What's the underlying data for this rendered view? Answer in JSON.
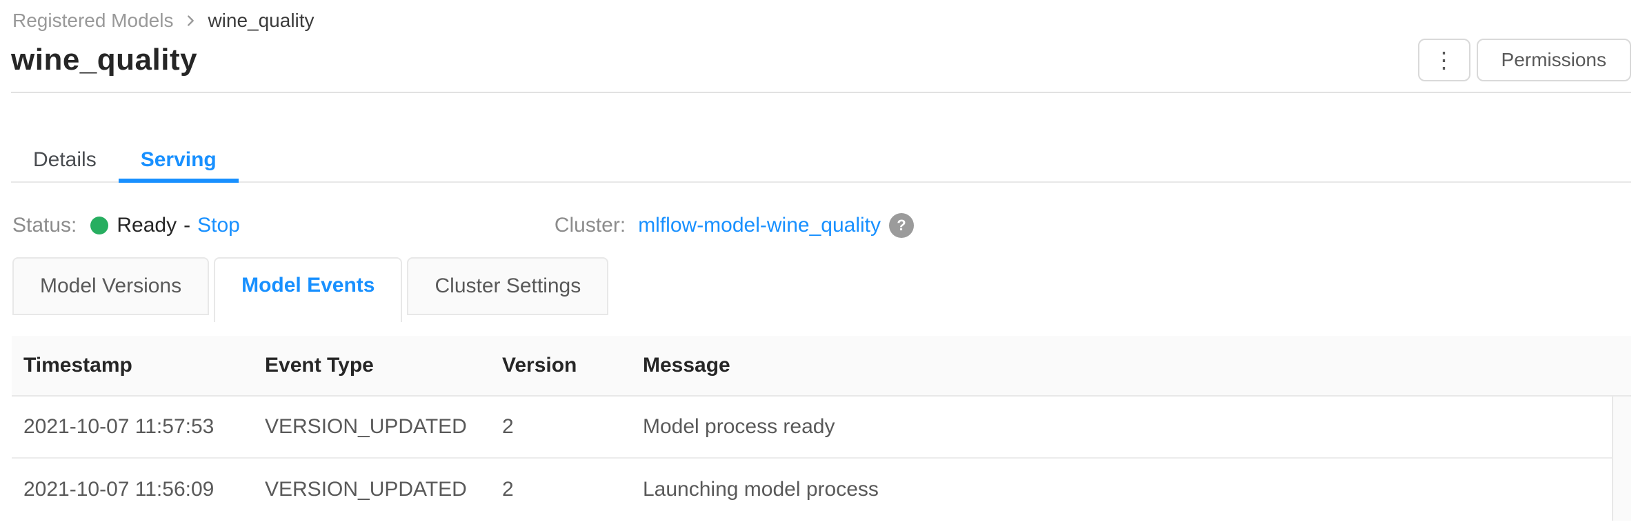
{
  "breadcrumb": {
    "parent": "Registered Models",
    "current": "wine_quality"
  },
  "header": {
    "title": "wine_quality",
    "kebab_icon": "⋮",
    "permissions_button": "Permissions"
  },
  "main_tabs": [
    {
      "label": "Details",
      "active": false
    },
    {
      "label": "Serving",
      "active": true
    }
  ],
  "serving": {
    "status_label": "Status:",
    "status_value": "Ready",
    "status_separator": "-",
    "stop_link": "Stop",
    "cluster_label": "Cluster:",
    "cluster_link": "mlflow-model-wine_quality",
    "help_icon": "?"
  },
  "subtabs": [
    {
      "label": "Model Versions",
      "active": false
    },
    {
      "label": "Model Events",
      "active": true
    },
    {
      "label": "Cluster Settings",
      "active": false
    }
  ],
  "events_table": {
    "columns": [
      "Timestamp",
      "Event Type",
      "Version",
      "Message"
    ],
    "rows": [
      {
        "timestamp": "2021-10-07 11:57:53",
        "event_type": "VERSION_UPDATED",
        "version": "2",
        "message": "Model process ready"
      },
      {
        "timestamp": "2021-10-07 11:56:09",
        "event_type": "VERSION_UPDATED",
        "version": "2",
        "message": "Launching model process"
      }
    ]
  },
  "colors": {
    "accent_blue": "#1890ff",
    "status_green": "#27ae60",
    "border_gray": "#e8e8e8",
    "table_header_bg": "#fafafa"
  }
}
